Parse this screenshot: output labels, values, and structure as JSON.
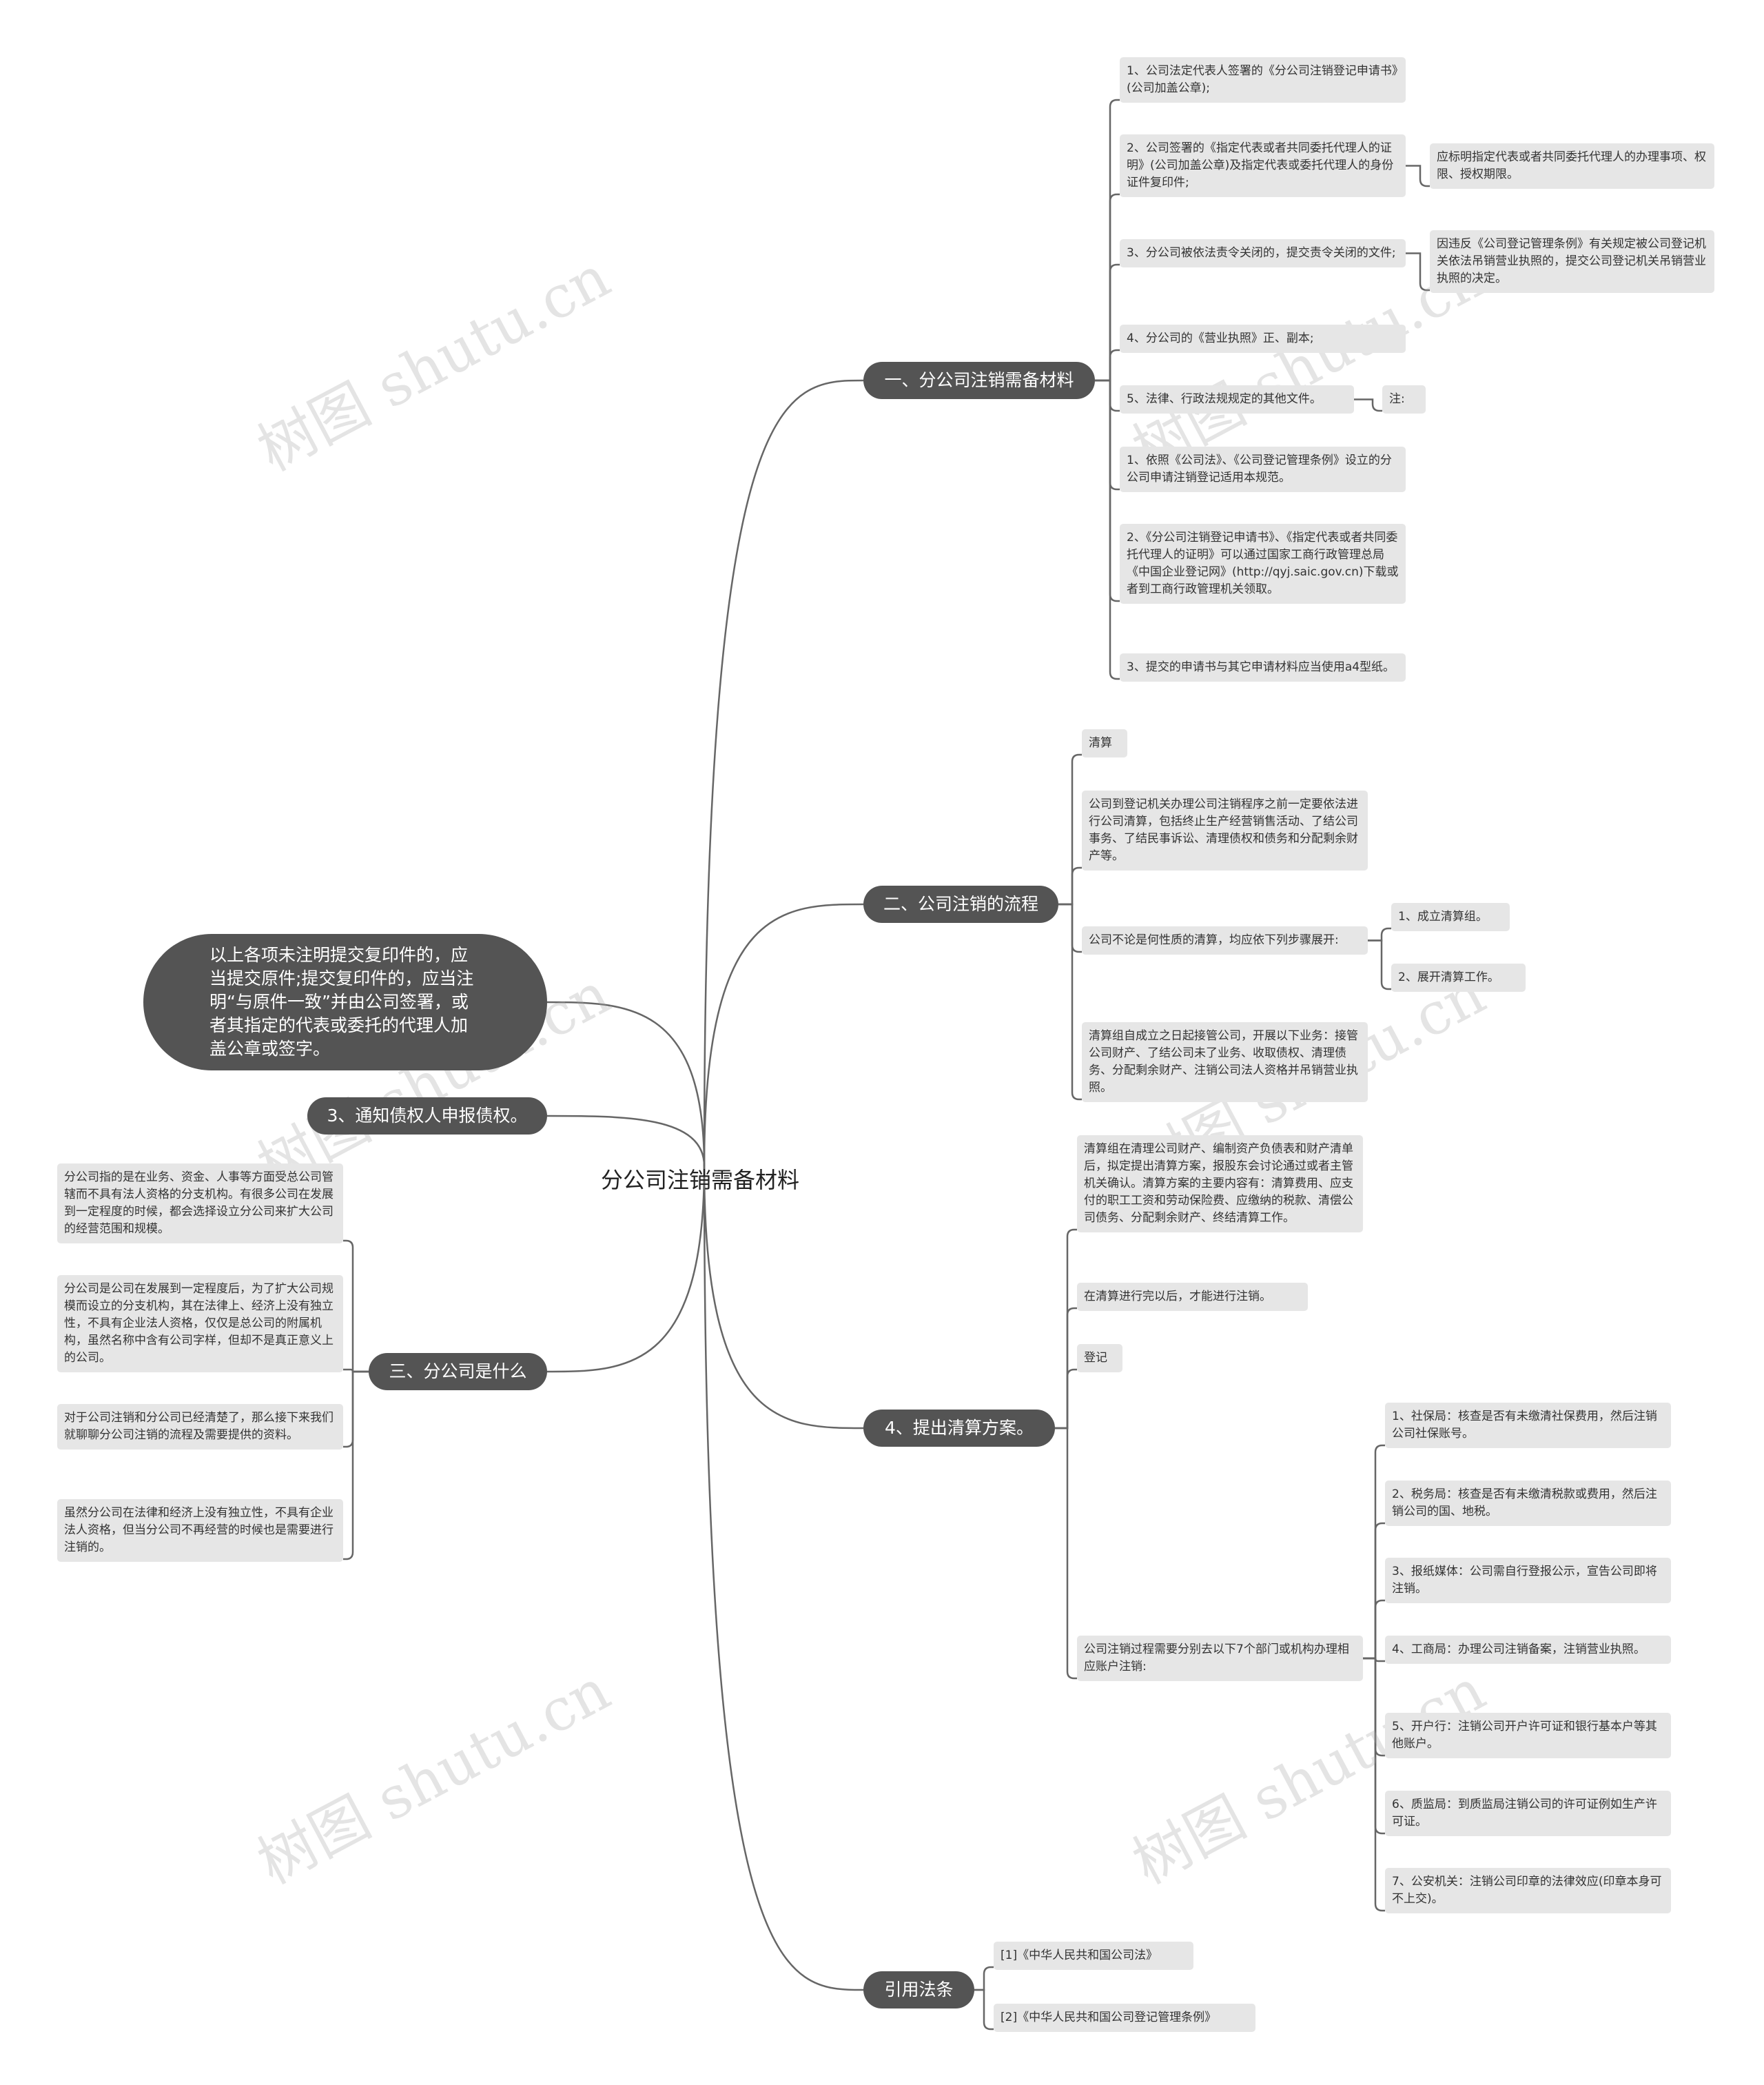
{
  "root": {
    "label": "分公司注销需备材料"
  },
  "branches": {
    "materials": "一、分公司注销需备材料",
    "process": "二、公司注销的流程",
    "plan": "4、提出清算方案。",
    "laws": "引用法条",
    "notice": "3、通知债权人申报债权。",
    "what": "三、分公司是什么"
  },
  "materials": {
    "m1": "1、公司法定代表人签署的《分公司注销登记申请书》(公司加盖公章);",
    "m2": "2、公司签署的《指定代表或者共同委托代理人的证明》(公司加盖公章)及指定代表或委托代理人的身份证件复印件;",
    "m2_note": "应标明指定代表或者共同委托代理人的办理事项、权限、授权期限。",
    "m3": "3、分公司被依法责令关闭的，提交责令关闭的文件;",
    "m3_note": "因违反《公司登记管理条例》有关规定被公司登记机关依法吊销营业执照的，提交公司登记机关吊销营业执照的决定。",
    "m4": "4、分公司的《营业执照》正、副本;",
    "m5": "5、法律、行政法规规定的其他文件。",
    "m5_note": "注:",
    "n1": "1、依照《公司法》、《公司登记管理条例》设立的分公司申请注销登记适用本规范。",
    "n2": "2、《分公司注销登记申请书》、《指定代表或者共同委托代理人的证明》可以通过国家工商行政管理总局《中国企业登记网》(http://qyj.saic.gov.cn)下载或者到工商行政管理机关领取。",
    "n3": "3、提交的申请书与其它申请材料应当使用a4型纸。"
  },
  "process": {
    "p1": "清算",
    "p2": "公司到登记机关办理公司注销程序之前一定要依法进行公司清算，包括终止生产经营销售活动、了结公司事务、了结民事诉讼、清理债权和债务和分配剩余财产等。",
    "p3": "公司不论是何性质的清算，均应依下列步骤展开:",
    "p3_a": "1、成立清算组。",
    "p3_b": "2、展开清算工作。",
    "p4": "清算组自成立之日起接管公司，开展以下业务：接管公司财产、了结公司未了业务、收取债权、清理债务、分配剩余财产、注销公司法人资格并吊销营业执照。"
  },
  "plan": {
    "q1": "清算组在清理公司财产、编制资产负债表和财产清单后，拟定提出清算方案，报股东会讨论通过或者主管机关确认。清算方案的主要内容有：清算费用、应支付的职工工资和劳动保险费、应缴纳的税款、清偿公司债务、分配剩余财产、终结清算工作。",
    "q2": "在清算进行完以后，才能进行注销。",
    "q3": "登记",
    "q4": "公司注销过程需要分别去以下7个部门或机构办理相应账户注销:",
    "d1": "1、社保局：核查是否有未缴清社保费用，然后注销公司社保账号。",
    "d2": "2、税务局：核查是否有未缴清税款或费用，然后注销公司的国、地税。",
    "d3": "3、报纸媒体：公司需自行登报公示，宣告公司即将注销。",
    "d4": "4、工商局：办理公司注销备案，注销营业执照。",
    "d5": "5、开户行：注销公司开户许可证和银行基本户等其他账户。",
    "d6": "6、质监局：到质监局注销公司的许可证例如生产许可证。",
    "d7": "7、公安机关：注销公司印章的法律效应(印章本身可不上交)。"
  },
  "laws": {
    "l1": "[1]《中华人民共和国公司法》",
    "l2": "[2]《中华人民共和国公司登记管理条例》"
  },
  "left_note": "以上各项未注明提交复印件的，应当提交原件;提交复印件的，应当注明“与原件一致”并由公司签署，或者其指定的代表或委托的代理人加盖公章或签字。",
  "what": {
    "w1": "分公司指的是在业务、资金、人事等方面受总公司管辖而不具有法人资格的分支机构。有很多公司在发展到一定程度的时候，都会选择设立分公司来扩大公司的经营范围和规模。",
    "w2": "分公司是公司在发展到一定程度后，为了扩大公司规模而设立的分支机构，其在法律上、经济上没有独立性，不具有企业法人资格，仅仅是总公司的附属机构，虽然名称中含有公司字样，但却不是真正意义上的公司。",
    "w3": "对于公司注销和分公司已经清楚了，那么接下来我们就聊聊分公司注销的流程及需要提供的资料。",
    "w4": "虽然分公司在法律和经济上没有独立性，不具有企业法人资格，但当分公司不再经营的时候也是需要进行注销的。"
  },
  "watermark": "树图 shutu.cn",
  "colors": {
    "branch_fill": "#545454",
    "leaf_fill": "#e6e6e6",
    "line": "#666666"
  }
}
